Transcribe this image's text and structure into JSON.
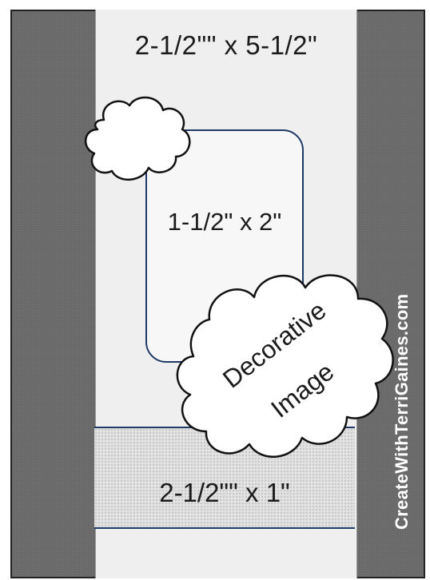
{
  "labels": {
    "card_size": "2-1/2\"\" x 5-1/2\"",
    "mat_size": "1-1/2\" x 2\"",
    "band_size": "2-1/2\"\" x 1\"",
    "decorative_line1": "Decorative",
    "decorative_line2": "Image"
  },
  "watermark": "CreateWithTerriGaines.com",
  "colors": {
    "side_panel": "#6a6a6a",
    "card": "#efefef",
    "outline": "#1f3a66",
    "band": "#e3e3e3"
  }
}
